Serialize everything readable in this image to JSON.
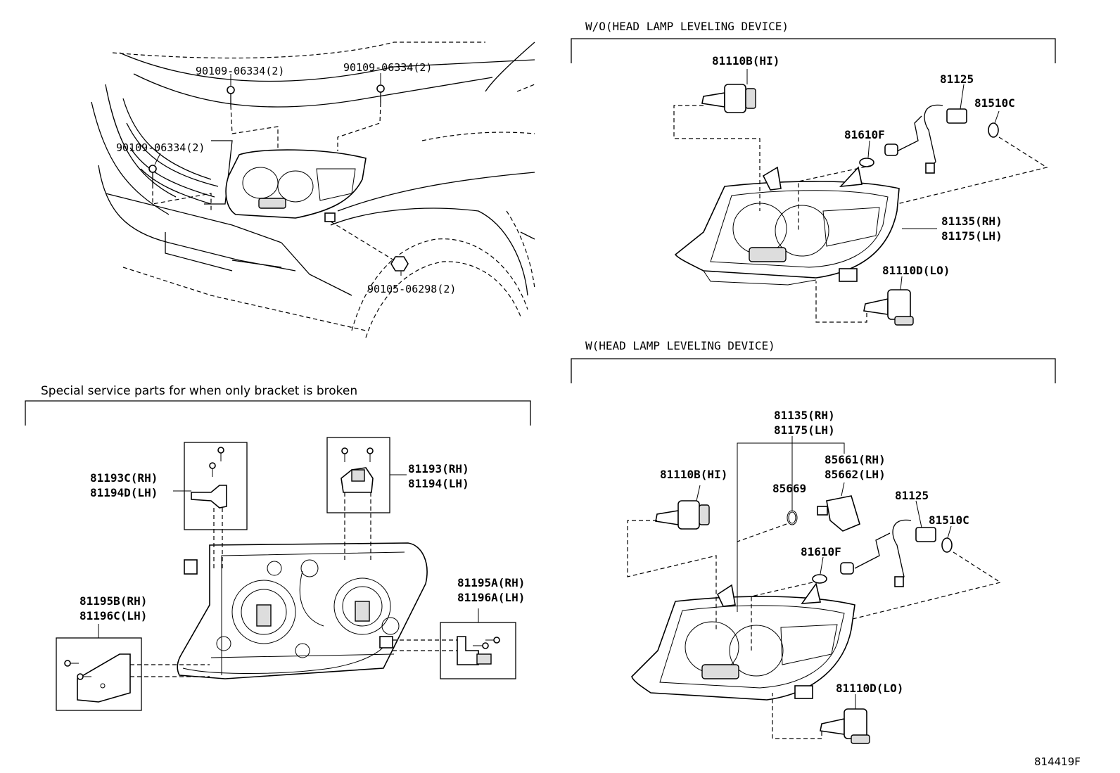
{
  "sections": {
    "without_leveling": "W/O(HEAD LAMP LEVELING DEVICE)",
    "with_leveling": "W(HEAD LAMP LEVELING DEVICE)",
    "special_parts": "Special service parts for when only bracket is broken"
  },
  "vehicle_labels": {
    "bolt_top_left": "90109-06334(2)",
    "bolt_top_right": "90109-06334(2)",
    "bolt_left": "90109-06334(2)",
    "nut_bottom": "90105-06298(2)"
  },
  "wo_labels": {
    "bulb_hi": "81110B(HI)",
    "socket": "81125",
    "bulb_small": "81510C",
    "side_bulb": "81610F",
    "lamp_rh": "81135(RH)",
    "lamp_lh": "81175(LH)",
    "bulb_lo": "81110D(LO)"
  },
  "w_labels": {
    "lamp_rh": "81135(RH)",
    "lamp_lh": "81175(LH)",
    "bulb_hi": "81110B(HI)",
    "oring": "85669",
    "actuator_rh": "85661(RH)",
    "actuator_lh": "85662(LH)",
    "socket": "81125",
    "bulb_small": "81510C",
    "side_bulb": "81610F",
    "bulb_lo": "81110D(LO)"
  },
  "bracket_labels": {
    "upper_left_rh": "81193C(RH)",
    "upper_left_lh": "81194D(LH)",
    "upper_right_rh": "81193(RH)",
    "upper_right_lh": "81194(LH)",
    "lower_left_rh": "81195B(RH)",
    "lower_left_lh": "81196C(LH)",
    "lower_right_rh": "81195A(RH)",
    "lower_right_lh": "81196A(LH)"
  },
  "figure_code": "814419F"
}
